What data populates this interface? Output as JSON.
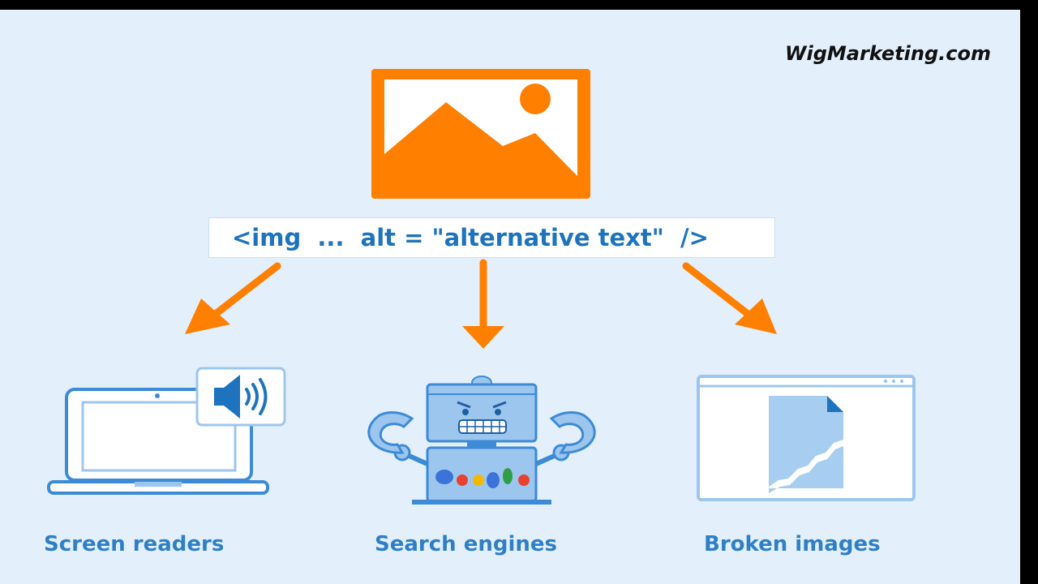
{
  "brand": {
    "text": "WigMarketing.com"
  },
  "code_snippet": {
    "text": "<img  ...  alt = \"alternative text\"  />"
  },
  "targets": [
    {
      "caption": "Screen readers"
    },
    {
      "caption": "Search engines"
    },
    {
      "caption": "Broken images"
    }
  ],
  "colors": {
    "accent": "#ff7f00",
    "text_blue": "#2e7fc8",
    "icon_blue": "#3d8ad6",
    "background": "#e3f0fc"
  }
}
